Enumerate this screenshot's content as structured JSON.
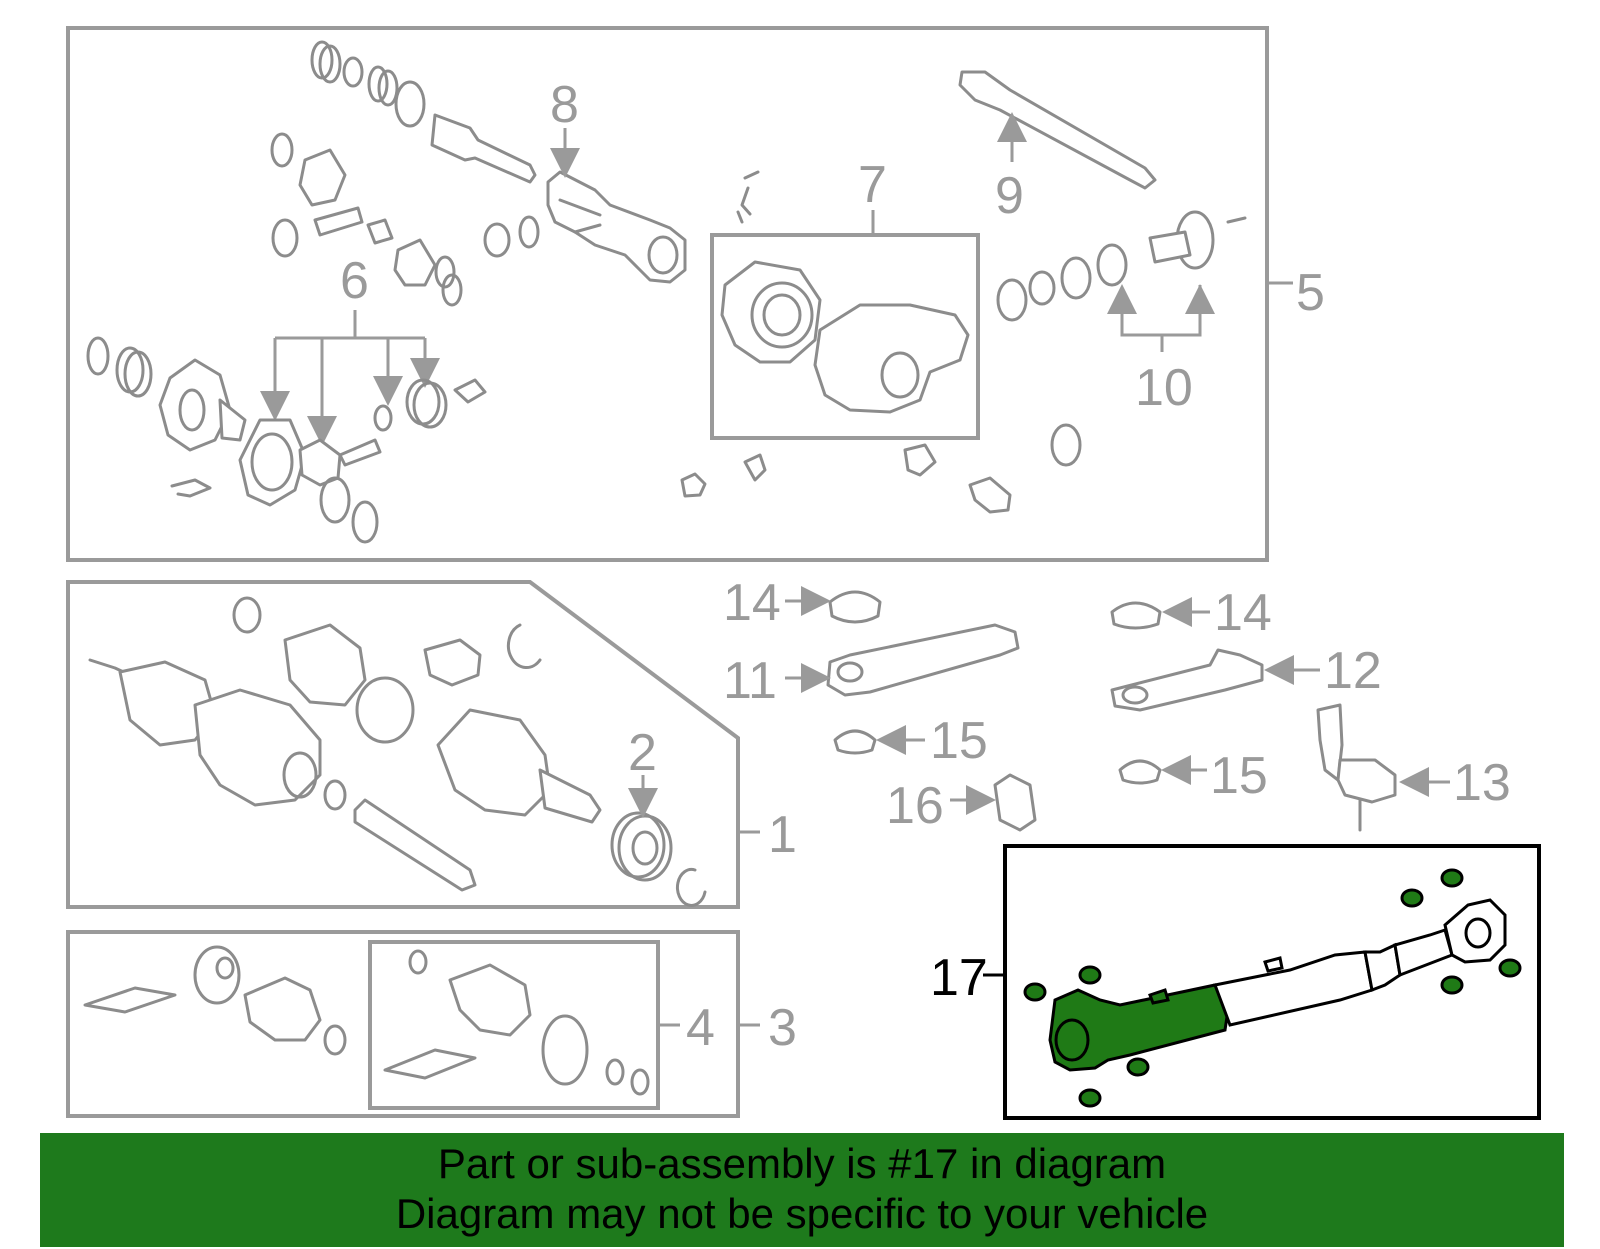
{
  "callouts": {
    "c1": "1",
    "c2": "2",
    "c3": "3",
    "c4": "4",
    "c5": "5",
    "c6": "6",
    "c7": "7",
    "c8": "8",
    "c9": "9",
    "c10": "10",
    "c11": "11",
    "c12": "12",
    "c13": "13",
    "c14a": "14",
    "c14b": "14",
    "c15a": "15",
    "c15b": "15",
    "c16": "16",
    "c17": "17"
  },
  "banner": {
    "line1": "Part or sub-assembly is #17 in diagram",
    "line2": "Diagram may not be specific to your vehicle"
  },
  "colors": {
    "highlight_part": "#1f7a16",
    "banner_background": "#1e7a1c",
    "line_gray": "#9a9a9a"
  }
}
